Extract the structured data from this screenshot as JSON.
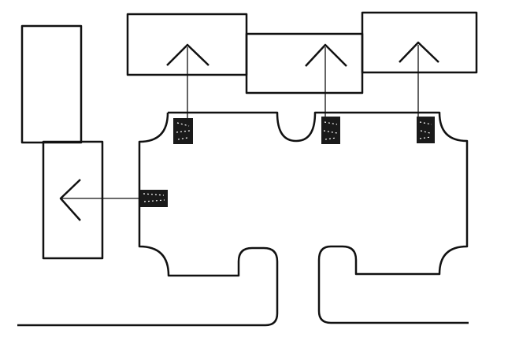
{
  "diagram": {
    "colors": {
      "line": "#111111",
      "background": "#ffffff",
      "pad": "#1a1a1a"
    },
    "elements": [
      "main-body",
      "top-box-left",
      "top-box-middle",
      "top-box-right",
      "left-box-upper",
      "left-box-lower",
      "pad-top-left",
      "pad-top-middle",
      "pad-top-right",
      "pad-left"
    ],
    "arrows": [
      {
        "from": "pad-top-left",
        "to": "top-box-left",
        "direction": "up"
      },
      {
        "from": "pad-top-middle",
        "to": "top-box-middle",
        "direction": "up"
      },
      {
        "from": "pad-top-right",
        "to": "top-box-right",
        "direction": "up"
      },
      {
        "from": "pad-left",
        "to": "left-box-lower",
        "direction": "left"
      }
    ]
  }
}
